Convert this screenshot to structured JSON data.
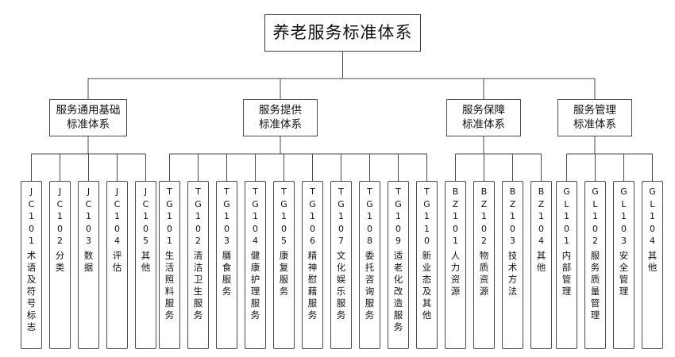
{
  "diagram": {
    "title": "养老服务标准体系",
    "type": "hierarchical-tree",
    "line_color": "#4a4a4a",
    "box_fill": "#ffffff",
    "text_color": "#111111"
  },
  "root": {
    "label": "养老服务标准体系"
  },
  "categories": [
    {
      "id": "JC",
      "line1": "服务通用基础",
      "line2": "标准体系",
      "children": [
        {
          "code": "JC101",
          "name": "术语及符号标志"
        },
        {
          "code": "JC102",
          "name": "分类"
        },
        {
          "code": "JC103",
          "name": "数据"
        },
        {
          "code": "JC104",
          "name": "评估"
        },
        {
          "code": "JC105",
          "name": "其他"
        }
      ]
    },
    {
      "id": "TG",
      "line1": "服务提供",
      "line2": "标准体系",
      "children": [
        {
          "code": "TG101",
          "name": "生活照料服务"
        },
        {
          "code": "TG102",
          "name": "清洁卫生服务"
        },
        {
          "code": "TG103",
          "name": "膳食服务"
        },
        {
          "code": "TG104",
          "name": "健康护理服务"
        },
        {
          "code": "TG105",
          "name": "康复服务"
        },
        {
          "code": "TG106",
          "name": "精神慰藉服务"
        },
        {
          "code": "TG107",
          "name": "文化娱乐服务"
        },
        {
          "code": "TG108",
          "name": "委托咨询服务"
        },
        {
          "code": "TG109",
          "name": "适老化改造服务"
        },
        {
          "code": "TG110",
          "name": "新业态及其他"
        }
      ]
    },
    {
      "id": "BZ",
      "line1": "服务保障",
      "line2": "标准体系",
      "children": [
        {
          "code": "BZ101",
          "name": "人力资源"
        },
        {
          "code": "BZ102",
          "name": "物质资源"
        },
        {
          "code": "BZ103",
          "name": "技术方法"
        },
        {
          "code": "BZ104",
          "name": "其他"
        }
      ]
    },
    {
      "id": "GL",
      "line1": "服务管理",
      "line2": "标准体系",
      "children": [
        {
          "code": "GL101",
          "name": "内部管理"
        },
        {
          "code": "GL102",
          "name": "服务质量管理"
        },
        {
          "code": "GL103",
          "name": "安全管理"
        },
        {
          "code": "GL104",
          "name": "其他"
        }
      ]
    }
  ]
}
